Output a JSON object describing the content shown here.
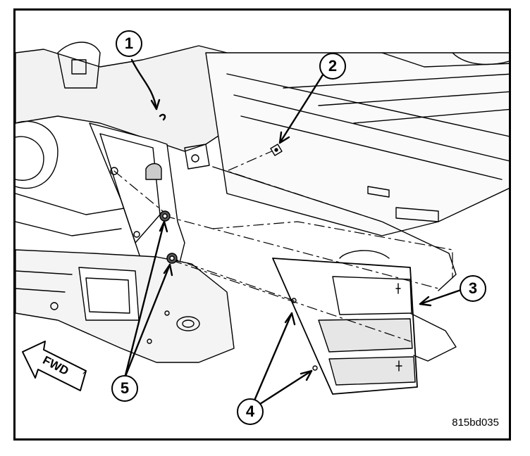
{
  "callouts": [
    {
      "id": "1",
      "label": "1"
    },
    {
      "id": "2",
      "label": "2"
    },
    {
      "id": "3",
      "label": "3"
    },
    {
      "id": "4",
      "label": "4"
    },
    {
      "id": "5",
      "label": "5"
    }
  ],
  "direction_arrow": {
    "label": "FWD"
  },
  "figure_id": "815bd035",
  "colors": {
    "line": "#000000",
    "background": "#ffffff",
    "shade": "#d9d9d9"
  }
}
